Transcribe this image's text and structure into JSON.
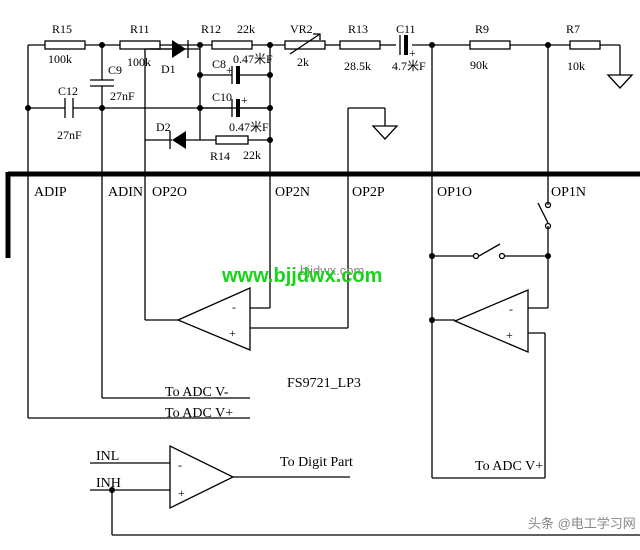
{
  "components": {
    "R15": {
      "name": "R15",
      "value": "100k"
    },
    "R11": {
      "name": "R11",
      "value": "100k"
    },
    "R12": {
      "name": "R12",
      "value": "22k"
    },
    "VR2": {
      "name": "VR2",
      "value": "2k"
    },
    "R13": {
      "name": "R13",
      "value": "28.5k"
    },
    "C11": {
      "name": "C11",
      "value": "4.7米F"
    },
    "R9": {
      "name": "R9",
      "value": "90k"
    },
    "R7": {
      "name": "R7",
      "value": "10k"
    },
    "C9": {
      "name": "C9",
      "value": "27nF"
    },
    "C12": {
      "name": "C12",
      "value": "27nF"
    },
    "C8": {
      "name": "C8",
      "value": "0.47米F"
    },
    "C10": {
      "name": "C10",
      "value": "0.47米F"
    },
    "R14": {
      "name": "R14",
      "value": "22k"
    },
    "D1": {
      "name": "D1"
    },
    "D2": {
      "name": "D2"
    }
  },
  "pins": [
    "ADIP",
    "ADIN",
    "OP2O",
    "OP2N",
    "OP2P",
    "OP1O",
    "OP1N"
  ],
  "chip_label": "FS9721_LP3",
  "nets": {
    "adc_minus": "To ADC V-",
    "adc_plus_left": "To ADC V+",
    "adc_plus_right": "To ADC V+",
    "digit": "To Digit Part",
    "inl": "INL",
    "inh": "INH"
  },
  "opamp_signs": {
    "minus": "-",
    "plus": "+"
  },
  "watermark": {
    "text": "www.bjjdwx.com",
    "faint": "bjjdwx.com",
    "corner": "头条 @电工学习网"
  }
}
